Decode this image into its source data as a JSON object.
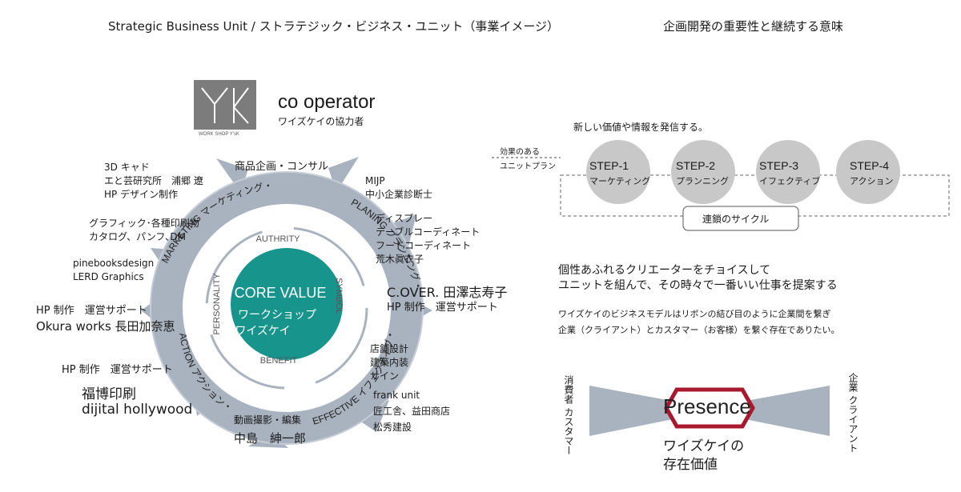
{
  "header": {
    "left_title": "Strategic Business Unit / ストラテジック・ビジネス・ユニット（事業イメージ）",
    "right_title": "企画開発の重要性と継続する意味"
  },
  "brand": {
    "logo_text": "WORK SHOP Y'sK",
    "name": "co operator",
    "subtitle": "ワイズケイの協力者"
  },
  "wheel": {
    "core_title": "CORE VALUE",
    "core_line1": "ワークショップ",
    "core_line2": "ワイズケイ",
    "inner": {
      "top": "AUTHRITY",
      "right": "SYMBOL",
      "bottom": "BENEFIT",
      "left": "PERSONALITY"
    },
    "outer": {
      "marketing": "MARKETING マーケティング・",
      "planing": "PLANING プランニング・",
      "effective": "EFFECTIVE イフェクティブ・",
      "action": "ACTION アクション・"
    }
  },
  "partners": {
    "top_center": "商品企画・コンサル",
    "top_left": [
      "3D キャド",
      "エと芸研究所　浦郷 遼",
      "HP デザイン制作"
    ],
    "top_right": [
      "MIJP",
      "中小企業診断士"
    ],
    "graphic": [
      "グラフィック･各種印刷物",
      "カタログ、パンフ､DM"
    ],
    "display": [
      "ディスプレー",
      "テーブルコーディネート",
      "フードコーディネート",
      "荒木眞衣子"
    ],
    "pinebooks": [
      "pinebooksdesign",
      "LERD Graphics"
    ],
    "cover_name": "C.OVER. 田澤志寿子",
    "cover_role": "HP 制作　運営サポート",
    "okura_role": "HP 制作　運営サポート",
    "okura_name": "Okura works 長田加奈恵",
    "store": [
      "店舗設計",
      "建築内装",
      "サイン"
    ],
    "fukuhaku_role": "HP 制作　運営サポート",
    "fukuhaku_name1": "福博印刷",
    "fukuhaku_name2": "dijital hollywood",
    "frank": [
      "frank unit",
      "匠工舎、益田商店",
      "松秀建設"
    ],
    "video_role": "動画撮影・編集",
    "video_name": "中島　紳一郎"
  },
  "cycle": {
    "heading": "新しい価値や情報を発信する。",
    "side_label_1": "効果のある",
    "side_label_2": "ユニットプラン",
    "steps": [
      {
        "title": "STEP-1",
        "sub": "マーケティング"
      },
      {
        "title": "STEP-2",
        "sub": "プランニング"
      },
      {
        "title": "STEP-3",
        "sub": "イフェクティブ"
      },
      {
        "title": "STEP-4",
        "sub": "アクション"
      }
    ],
    "loop_label": "連鎖のサイクル"
  },
  "message": {
    "line1": "個性あふれるクリエーターをチョイスして",
    "line2": "ユニットを組んで、その時々で一番いい仕事を提案する",
    "desc1": "ワイズケイのビジネスモデルはリボンの結び目のように企業間を繋ぎ",
    "desc2": "企業（クライアント）とカスタマー（お客様）を繋ぐ存在でありたい。"
  },
  "ribbon": {
    "left_label": "消費者 カスタマー",
    "right_label": "企業 クライアント",
    "center": "Presence",
    "caption1": "ワイズケイの",
    "caption2": "存在価値"
  },
  "colors": {
    "teal": "#17958d",
    "ring": "#a9b2bf",
    "ring_dark": "#97a1af",
    "step_circle": "#c8c8c8",
    "ribbon": "#a9b2bf",
    "hex": "#a8192e"
  }
}
